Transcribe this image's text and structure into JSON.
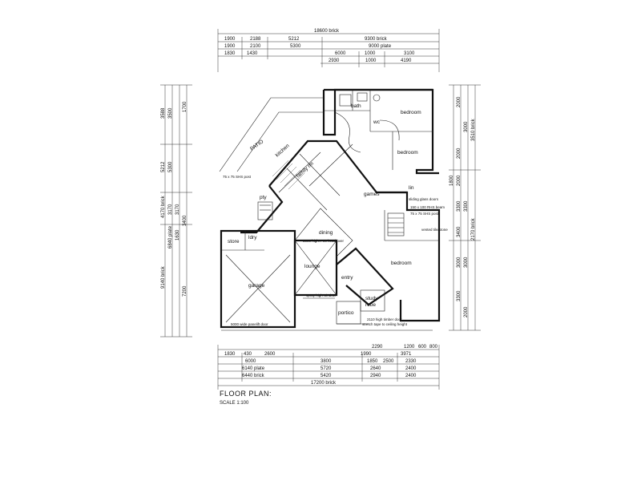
{
  "dims": {
    "top": {
      "row1": [
        "18600 brick"
      ],
      "row2": [
        "1900",
        "2188",
        "5212",
        "9300 brick"
      ],
      "row3": [
        "1900",
        "2100",
        "5300",
        "9000 plate"
      ],
      "row4": [
        "1830",
        "1430",
        "6000",
        "1000",
        "3100"
      ],
      "row5": [
        "2930",
        "1000",
        "4190"
      ]
    },
    "bottom": {
      "row1": [
        "1200",
        "600",
        "800"
      ],
      "row2": [
        "2290"
      ],
      "row3": [
        "1830",
        "430",
        "2600",
        "1990",
        "3971"
      ],
      "row4": [
        "6000",
        "3800",
        "1850",
        "2500",
        "2330"
      ],
      "row5": [
        "6140 plate",
        "5720",
        "2640",
        "2400"
      ],
      "row6": [
        "6440 brick",
        "5420",
        "2940",
        "2400"
      ],
      "row7": [
        "17200 brick"
      ]
    },
    "left": [
      "3588",
      "3500",
      "1700",
      "5212",
      "5300",
      "4170 brick",
      "3170",
      "3170",
      "3400",
      "1630",
      "6840 plate",
      "9140 brick",
      "7200"
    ],
    "right": [
      "2000",
      "3000",
      "2000",
      "1800",
      "2000",
      "3300",
      "3300",
      "3400",
      "3000",
      "3000",
      "3300",
      "2000",
      "3510 brick",
      "2170 brick"
    ]
  },
  "rooms": {
    "patio": "PATIO",
    "bedroom1": "bedroom",
    "bedroom2": "bedroom",
    "bedroom3": "bedroom",
    "bath": "bath",
    "wc": "wc",
    "games": "games",
    "dining": "dining",
    "lounge": "lounge",
    "garage": "garage",
    "store": "store",
    "entry": "entry",
    "portico": "portico",
    "study": "study",
    "robe": "robe",
    "laundry": "ldry",
    "family": "family rm",
    "kitchen": "kitchen",
    "pantry": "pty",
    "linen": "lin"
  },
  "notes": {
    "garage_door": "5000 wide panelift door",
    "door_note": "3000 high... no head over",
    "window_note": "spray high window",
    "entry_note": "2110 high timber door",
    "post1": "75 x 75 SHS post",
    "post2": "75 x 75 SHS post",
    "beam": "150 x 100 RHS beam",
    "glazing": "sliding glass doors",
    "screen": "vented tile/stone",
    "height_note": "stretch tape to ceiling height"
  },
  "title": {
    "main": "FLOOR PLAN:",
    "scale": "SCALE 1:100"
  }
}
